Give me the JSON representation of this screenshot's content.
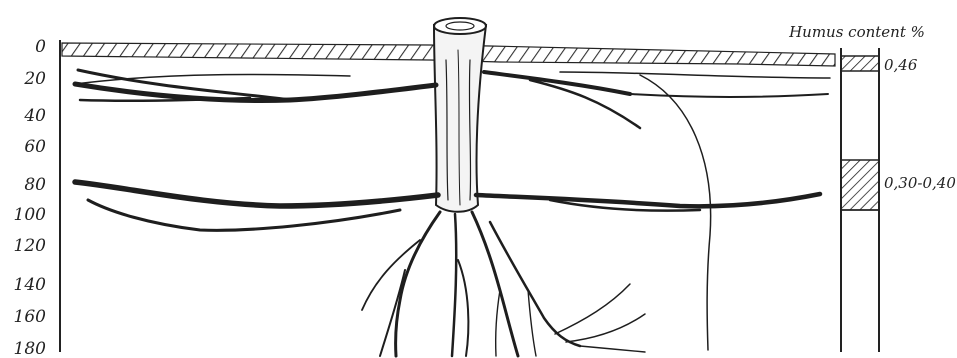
{
  "diagram": {
    "depth_axis": {
      "ticks": [
        "0",
        "20",
        "40",
        "60",
        "80",
        "100",
        "120",
        "140",
        "160",
        "180"
      ]
    },
    "humus_column": {
      "title": "Humus content %",
      "layers": [
        {
          "label": "0,46"
        },
        {
          "label": "0,30-0,40"
        }
      ]
    }
  }
}
